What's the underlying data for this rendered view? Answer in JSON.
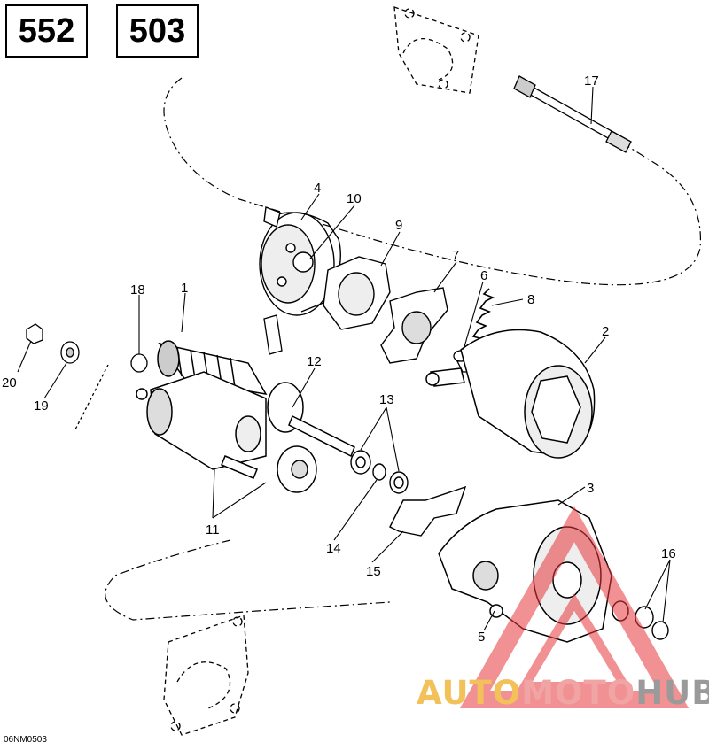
{
  "header": {
    "model_a": "552",
    "model_b": "503"
  },
  "callouts": {
    "c1": "1",
    "c2": "2",
    "c3": "3",
    "c4": "4",
    "c5": "5",
    "c6": "6",
    "c7": "7",
    "c8": "8",
    "c9": "9",
    "c10": "10",
    "c11": "11",
    "c12": "12",
    "c13": "13",
    "c14": "14",
    "c15": "15",
    "c16": "16",
    "c17": "17",
    "c18": "18",
    "c19": "19",
    "c20": "20"
  },
  "footer": {
    "reference_code": "06NM0503"
  },
  "watermark": {
    "part_a": "AUTO",
    "part_b": "MOTO",
    "part_c": "HUB",
    "triangle_color": "#e8363b",
    "brand_yellow": "#f2c15a",
    "brand_pink": "#f0a4a4",
    "brand_gray": "#9a9a9a"
  }
}
